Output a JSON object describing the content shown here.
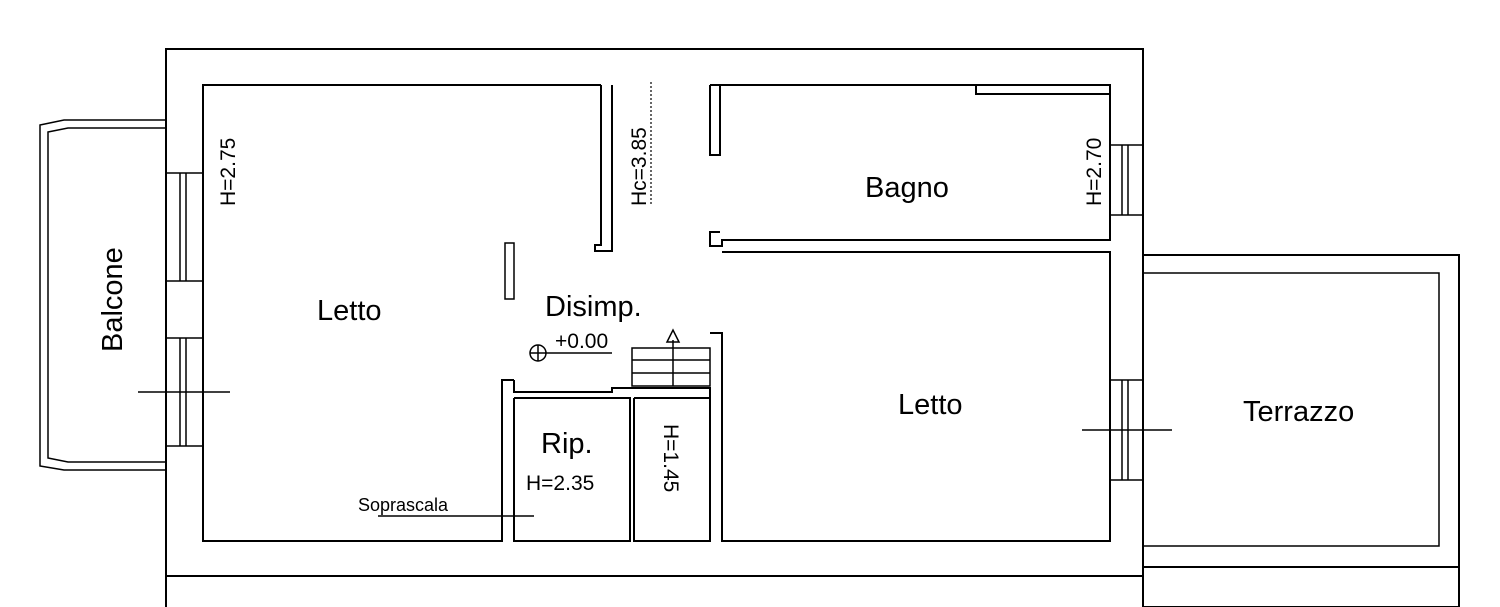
{
  "rooms": {
    "letto_left": "Letto",
    "disimpegno": "Disimp.",
    "bagno": "Bagno",
    "letto_right": "Letto",
    "ripostiglio": "Rip.",
    "balcone": "Balcone",
    "terrazzo": "Terrazzo"
  },
  "heights": {
    "left_room": "H=2.75",
    "hall": "Hc=3.85",
    "bath": "H=2.70",
    "storage": "H=2.35",
    "under_stair": "H=1.45"
  },
  "level_marker": "+0.00",
  "annotations": {
    "soprascala": "Soprascala"
  }
}
